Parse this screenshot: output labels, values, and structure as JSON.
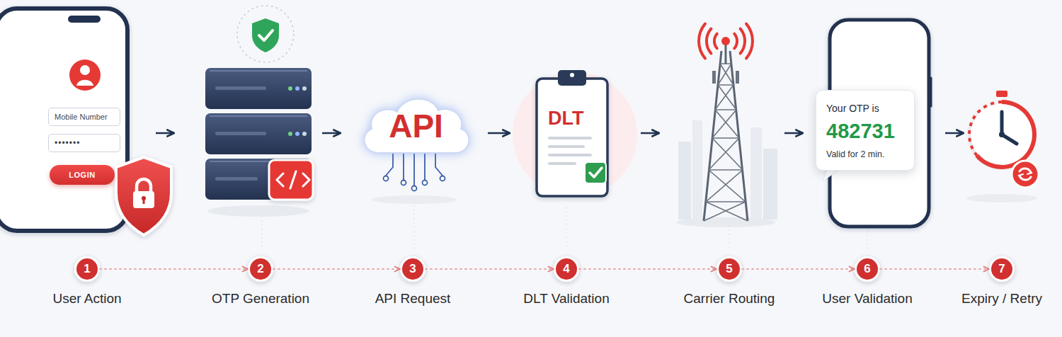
{
  "diagram": {
    "nodes": [
      {
        "text": [
          "Mobile Number"
        ]
      },
      {
        "text": [
          "•••••••"
        ]
      },
      {
        "text": [
          "LOGIN"
        ]
      },
      {
        "text": [
          "API"
        ]
      },
      {
        "text": [
          "DLT"
        ]
      },
      {
        "text": [
          "Your OTP is",
          "482731",
          "Valid for 2 min."
        ]
      },
      {
        "text": [
          "1",
          "User Action"
        ]
      },
      {
        "text": [
          "2",
          "OTP Generation"
        ]
      },
      {
        "text": [
          "3",
          "API Request"
        ]
      },
      {
        "text": [
          "4",
          "DLT Validation"
        ]
      },
      {
        "text": [
          "5",
          "Carrier Routing"
        ]
      },
      {
        "text": [
          "6",
          "User Validation"
        ]
      },
      {
        "text": [
          "7",
          "Expiry / Retry"
        ]
      }
    ],
    "edges": [
      {
        "from": 3,
        "to": 4,
        "arrow": "to"
      },
      {
        "from": 6,
        "to": 7,
        "arrow": "to"
      },
      {
        "from": 7,
        "to": 8,
        "arrow": "to"
      },
      {
        "from": 8,
        "to": 9,
        "arrow": "to"
      },
      {
        "from": 9,
        "to": 10,
        "arrow": "to"
      },
      {
        "from": 10,
        "to": 11,
        "arrow": "to"
      },
      {
        "from": 11,
        "to": 12,
        "arrow": "to"
      }
    ]
  }
}
